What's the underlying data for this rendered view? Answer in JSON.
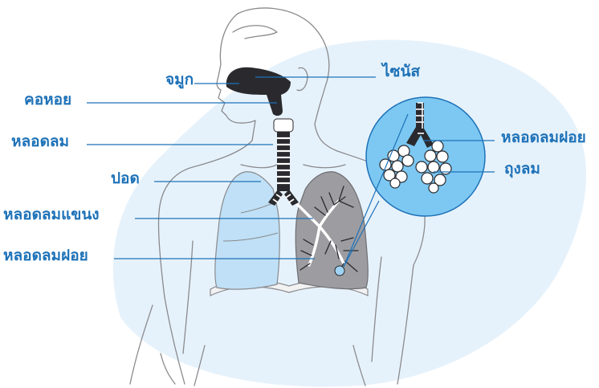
{
  "labels": {
    "nose": "จมูก",
    "sinus": "ไซนัส",
    "pharynx": "คอหอย",
    "trachea": "หลอดลม",
    "lung": "ปอด",
    "bronchus": "หลอดลมแขนง",
    "bronchiole_left": "หลอดลมฝอย",
    "bronchiole_inset": "หลอดลมฝอย",
    "alveoli": "ถุงลม"
  },
  "colors": {
    "label_text": "#1e72b8",
    "leader_line": "#1e72b8",
    "background_blob": "#e6f2fb",
    "lung_light": "#bfe0f6",
    "lung_dark": "#9d9ca0",
    "airway": "#2a2a2e",
    "inset_circle": "#7cc8f2",
    "outline": "#8a8a8e"
  }
}
